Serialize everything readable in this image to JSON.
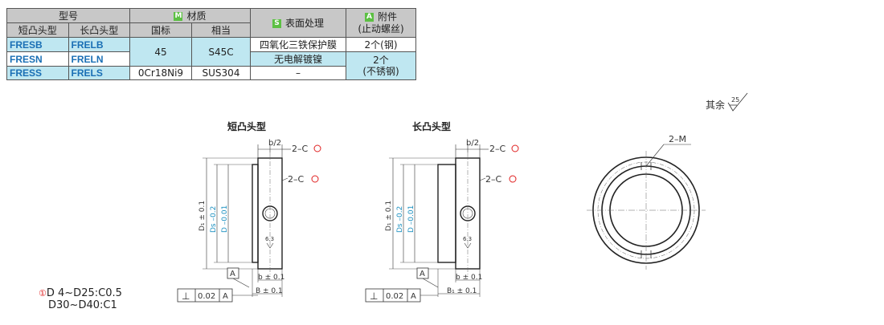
{
  "table": {
    "h_type": "型号",
    "h_material": "材质",
    "h_surface": "表面处理",
    "h_accessory": "附件",
    "h_accessory2": "(止动螺丝)",
    "h_short": "短凸头型",
    "h_long": "长凸头型",
    "h_std": "国标",
    "h_equiv": "相当",
    "badge_m": "M",
    "badge_s": "S",
    "badge_a": "A",
    "badge_m_color": "#5cc043",
    "badge_s_color": "#5cc043",
    "badge_a_color": "#5cc043",
    "rows": [
      {
        "short": "FRESB",
        "long": "FRELB"
      },
      {
        "short": "FRESN",
        "long": "FRELN"
      },
      {
        "short": "FRESS",
        "long": "FRELS"
      }
    ],
    "mat_std_1": "45",
    "mat_equiv_1": "S45C",
    "mat_std_2": "0Cr18Ni9",
    "mat_equiv_2": "SUS304",
    "surface_1": "四氧化三铁保护膜",
    "surface_2": "无电解镀镍",
    "surface_3": "–",
    "acc_1": "2个(钢)",
    "acc_2a": "2个",
    "acc_2b": "(不锈钢)"
  },
  "drawing": {
    "rest_text": "其余",
    "rest_roughness": "25",
    "short_title": "短凸头型",
    "long_title": "长凸头型",
    "dim_b2": "b/2",
    "dim_2c": "2–C",
    "dim_2m": "2–M",
    "dim_d1": "D₁ ± 0.1",
    "dim_ds": "Ds –0.2",
    "dim_d": "D –0.01",
    "dim_63": "6.3",
    "dim_b": "b ± 0.1",
    "dim_B": "B ± 0.1",
    "dim_B1": "B₁ ± 0.1",
    "datum": "A",
    "tol_value": "0.02",
    "tol_datum": "A",
    "tol_symbol": "⊥"
  },
  "note": {
    "line1": "D 4~D25:C0.5",
    "line2": "D30~D40:C1"
  }
}
